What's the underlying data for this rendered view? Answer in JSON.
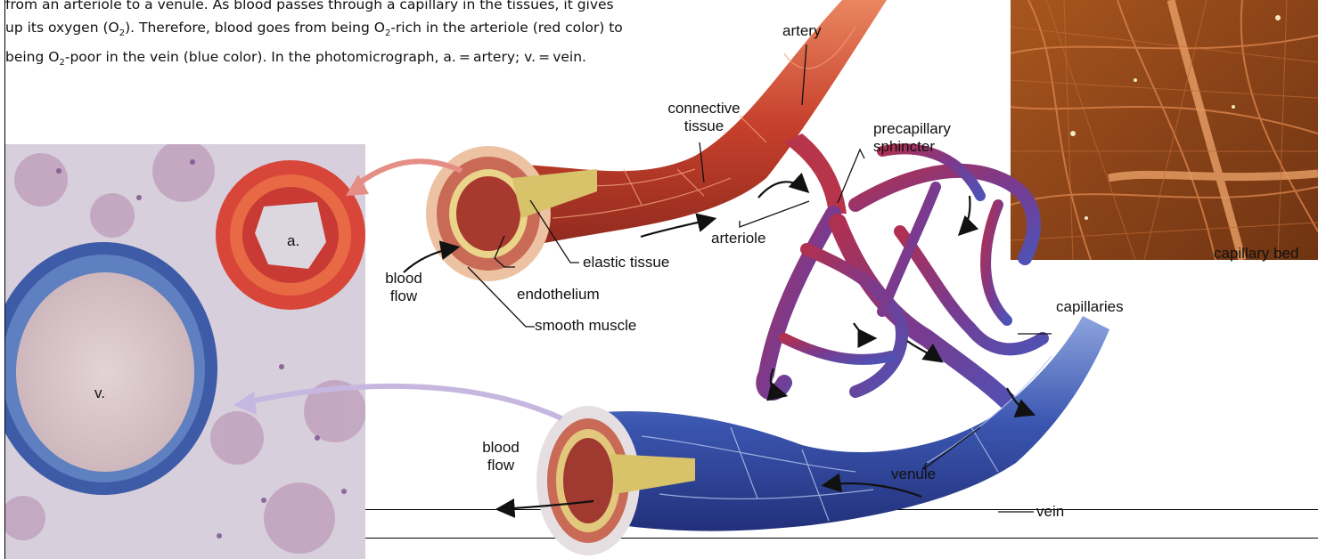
{
  "caption": {
    "line1": "from an arteriole to a venule. As blood passes through a capillary in the tissues, it gives",
    "line2_a": "up its oxygen (O",
    "sub2": "2",
    "line2_b": "). Therefore, blood goes from being O",
    "line2_c": "-rich in the arteriole (red color) to",
    "line3_a": "being O",
    "line3_b": "-poor in the vein (blue color). In the photomicrograph, a. = artery; v. = vein."
  },
  "labels": {
    "artery": "artery",
    "connective_tissue_1": "connective",
    "connective_tissue_2": "tissue",
    "precapillary_1": "precapillary",
    "precapillary_2": "sphincter",
    "arteriole": "arteriole",
    "elastic_tissue": "elastic tissue",
    "blood_flow_top_1": "blood",
    "blood_flow_top_2": "flow",
    "endothelium": "endothelium",
    "smooth_muscle": "smooth muscle",
    "capillary_bed": "capillary bed",
    "capillaries": "capillaries",
    "blood_flow_bottom_1": "blood",
    "blood_flow_bottom_2": "flow",
    "venule": "venule",
    "vein": "vein",
    "photo_a": "a.",
    "photo_v": "v."
  }
}
